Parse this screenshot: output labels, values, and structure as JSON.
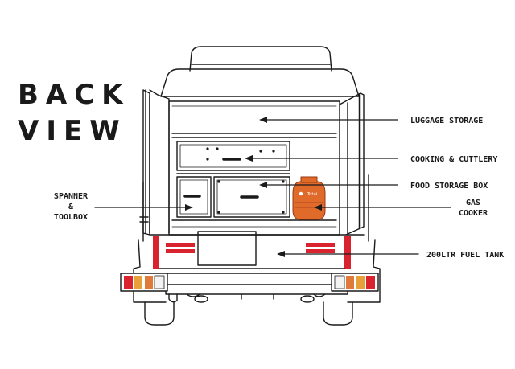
{
  "title": {
    "line1": "BACK",
    "line2": "VIEW"
  },
  "labels": {
    "luggage": "LUGGAGE STORAGE",
    "cooking": "COOKING & CUTTLERY",
    "food": "FOOD STORAGE BOX",
    "gas_line1": "GAS",
    "gas_line2": "COOKER",
    "spanner_line1": "SPANNER",
    "spanner_line2": "&",
    "spanner_line3": "TOOLBOX",
    "fuel": "200LTR FUEL TANK"
  },
  "cylinder": {
    "brand": "Totai"
  },
  "colors": {
    "line": "#1a1a1a",
    "red": "#d9232e",
    "orange": "#e07a3a",
    "gas": "#e06a2a"
  }
}
